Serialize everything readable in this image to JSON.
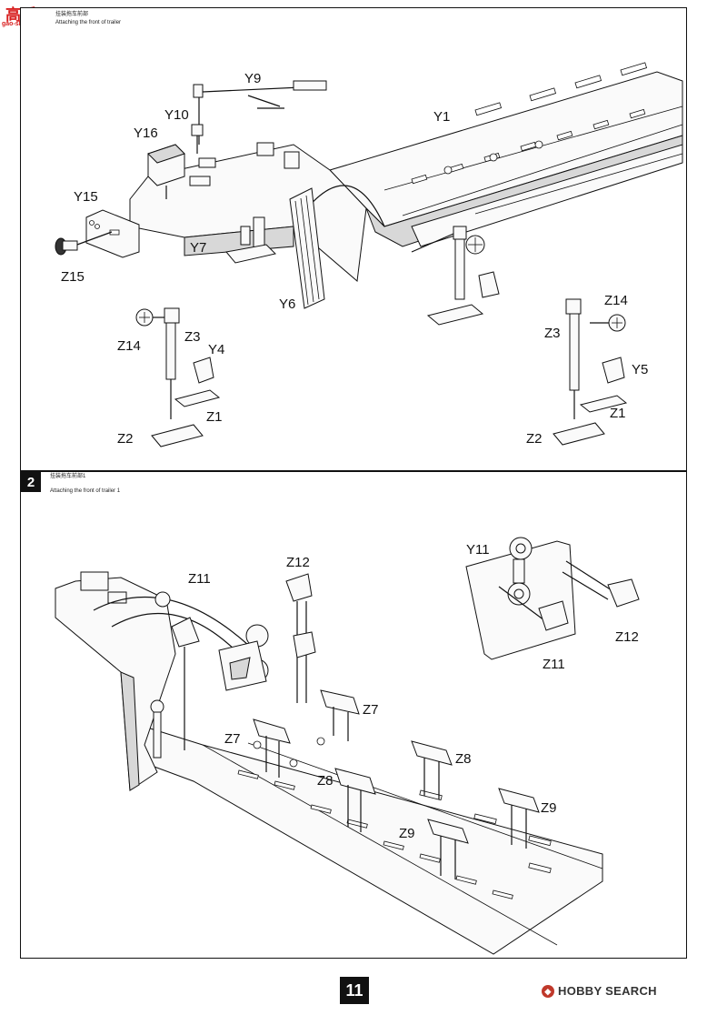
{
  "watermark": {
    "main": "高手网",
    "sub": "gao-shou.com"
  },
  "step1": {
    "title_cn": "挂装拖车前部",
    "title_en": "Attaching the front of trailer",
    "labels": {
      "y9": "Y9",
      "y10": "Y10",
      "y1": "Y1",
      "y16": "Y16",
      "y15": "Y15",
      "z15": "Z15",
      "y7": "Y7",
      "y6": "Y6",
      "z14_left": "Z14",
      "z3_left": "Z3",
      "y4": "Y4",
      "z1_left": "Z1",
      "z2_left": "Z2",
      "z14_right": "Z14",
      "z3_right": "Z3",
      "y5": "Y5",
      "z1_right": "Z1",
      "z2_right": "Z2"
    }
  },
  "step2": {
    "number": "2",
    "title_cn": "挂装拖车前部1",
    "title_en": "Attaching the front of trailer 1",
    "labels": {
      "z11_main": "Z11",
      "z12_main": "Z12",
      "y11": "Y11",
      "z12_inset": "Z12",
      "z11_inset": "Z11",
      "z7_right": "Z7",
      "z7_left": "Z7",
      "z8_right": "Z8",
      "z8_left": "Z8",
      "z9_right": "Z9",
      "z9_left": "Z9"
    }
  },
  "page": {
    "number": "11"
  },
  "hobby_search": {
    "text": "HOBBY SEARCH",
    "icon": "hobby-search-logo-icon"
  }
}
